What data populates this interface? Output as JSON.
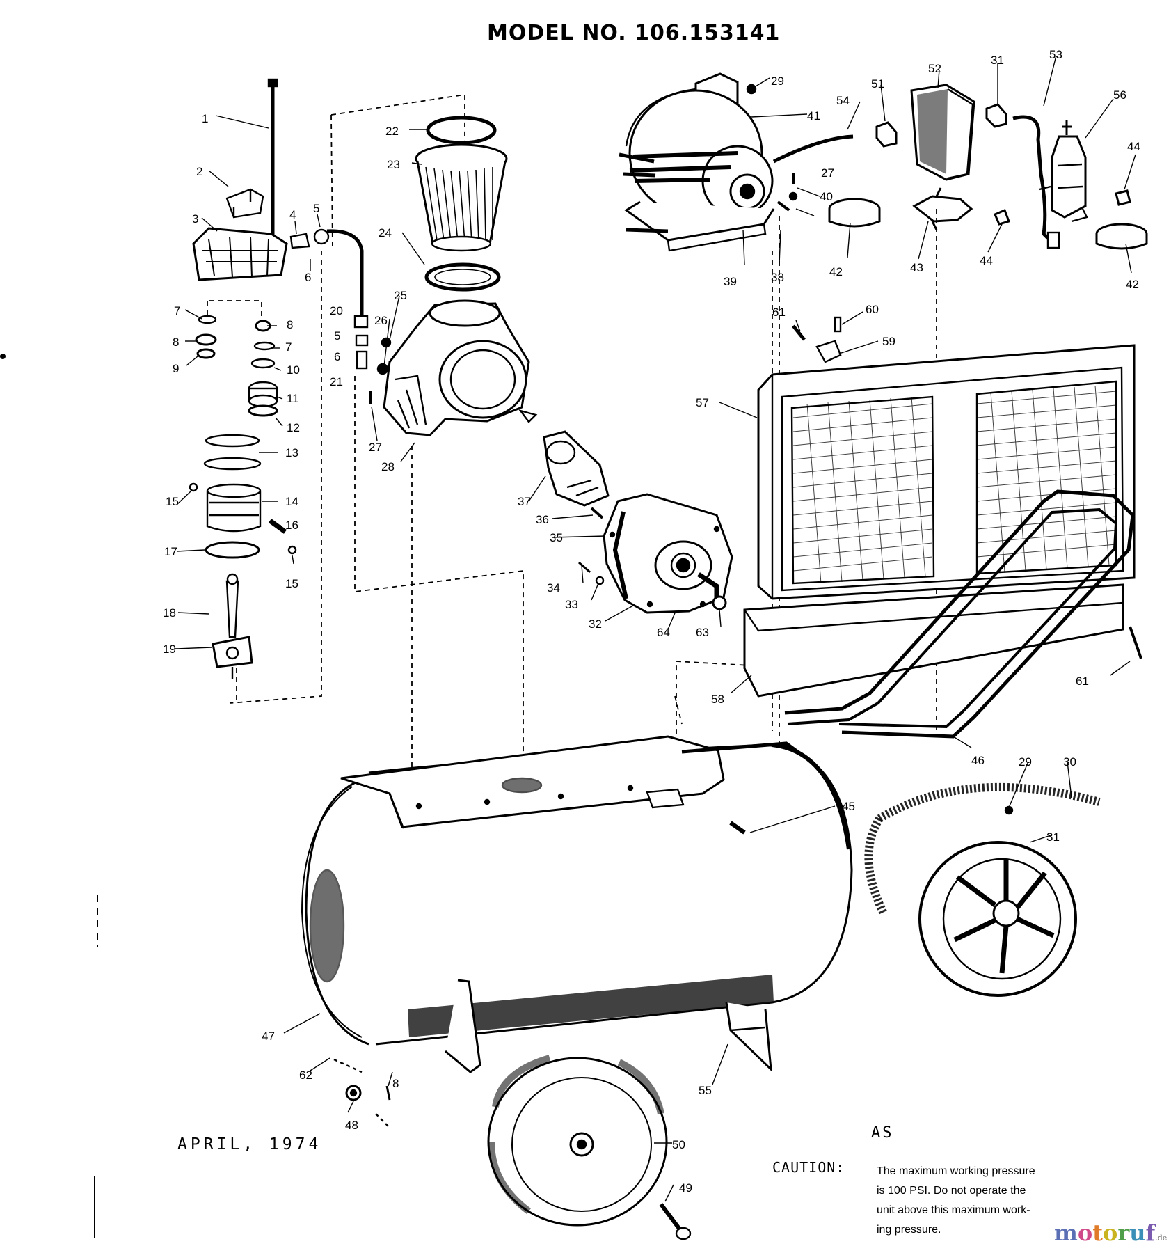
{
  "title": "MODEL NO. 106.153141",
  "date": "APRIL, 1974",
  "stamp": "AS",
  "caution": {
    "label": "CAUTION:",
    "lines": [
      "The maximum working pressure",
      "is 100 PSI. Do not operate the",
      "unit above this maximum work-",
      "ing pressure."
    ]
  },
  "watermark": {
    "letters": [
      {
        "ch": "m",
        "color": "#5b6fb5"
      },
      {
        "ch": "o",
        "color": "#d04a8a"
      },
      {
        "ch": "t",
        "color": "#e07b2a"
      },
      {
        "ch": "o",
        "color": "#c9b41f"
      },
      {
        "ch": "r",
        "color": "#4f9f4a"
      },
      {
        "ch": "u",
        "color": "#3a8fb8"
      },
      {
        "ch": "f",
        "color": "#7a5bb0"
      }
    ],
    "suffix": ".de"
  },
  "callouts": [
    "1",
    "2",
    "3",
    "4",
    "5",
    "6",
    "7",
    "8",
    "9",
    "10",
    "11",
    "12",
    "13",
    "14",
    "15",
    "16",
    "17",
    "18",
    "19",
    "20",
    "21",
    "22",
    "23",
    "24",
    "25",
    "26",
    "27",
    "28",
    "29",
    "30",
    "31",
    "32",
    "33",
    "34",
    "35",
    "36",
    "37",
    "38",
    "39",
    "40",
    "41",
    "42",
    "43",
    "44",
    "45",
    "46",
    "47",
    "48",
    "49",
    "50",
    "51",
    "52",
    "53",
    "54",
    "55",
    "56",
    "57",
    "58",
    "59",
    "60",
    "61",
    "62",
    "63",
    "64"
  ]
}
